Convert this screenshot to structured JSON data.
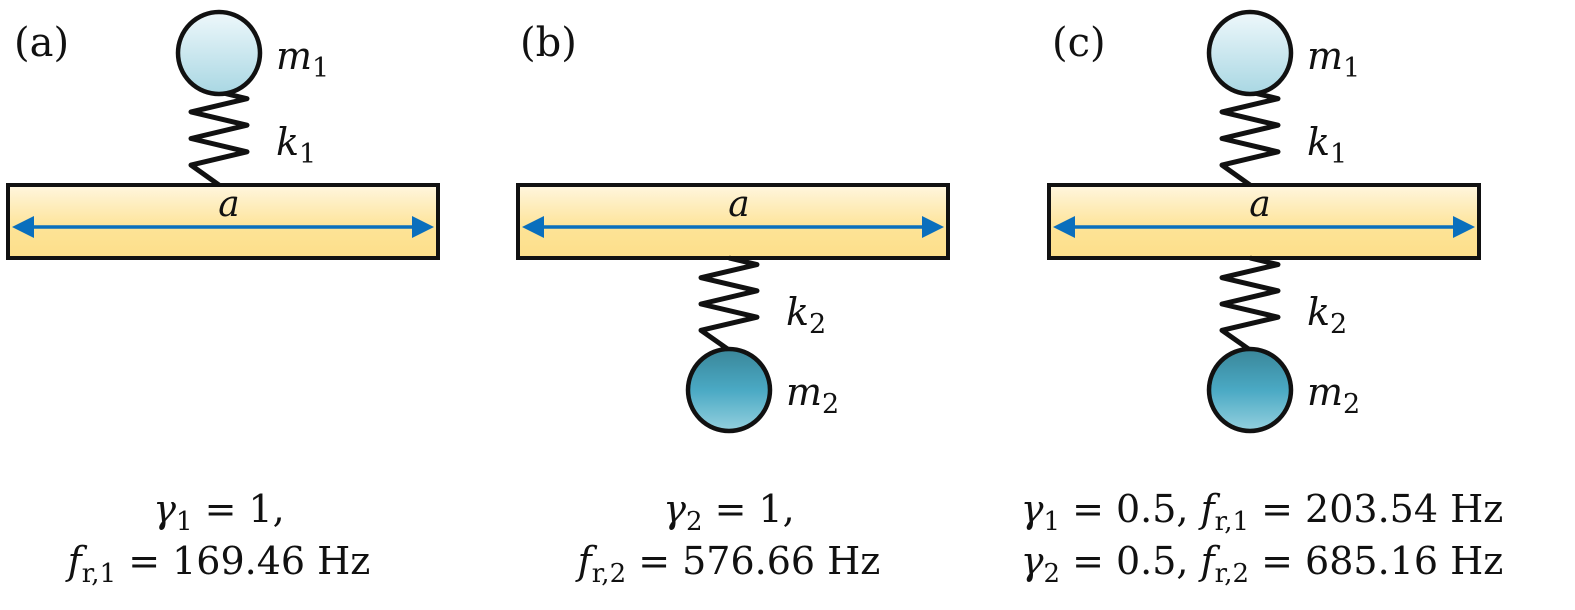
{
  "figure": {
    "panels": [
      {
        "id": "a",
        "label": "(a)",
        "bar_label": "a",
        "top": {
          "mass": "m",
          "mass_sub": "1",
          "spring": "k",
          "spring_sub": "1"
        },
        "bottom": null,
        "caption": [
          {
            "parts": [
              {
                "t": "γ",
                "i": true
              },
              {
                "t": "1",
                "sub": true
              },
              {
                "t": " = 1,"
              }
            ]
          },
          {
            "parts": [
              {
                "t": "f",
                "i": true
              },
              {
                "t": "r,1",
                "sub": true
              },
              {
                "t": " = 169.46 Hz"
              }
            ]
          }
        ]
      },
      {
        "id": "b",
        "label": "(b)",
        "bar_label": "a",
        "top": null,
        "bottom": {
          "mass": "m",
          "mass_sub": "2",
          "spring": "k",
          "spring_sub": "2"
        },
        "caption": [
          {
            "parts": [
              {
                "t": "γ",
                "i": true
              },
              {
                "t": "2",
                "sub": true
              },
              {
                "t": " = 1,"
              }
            ]
          },
          {
            "parts": [
              {
                "t": "f",
                "i": true
              },
              {
                "t": "r,2",
                "sub": true
              },
              {
                "t": " = 576.66 Hz"
              }
            ]
          }
        ]
      },
      {
        "id": "c",
        "label": "(c)",
        "bar_label": "a",
        "top": {
          "mass": "m",
          "mass_sub": "1",
          "spring": "k",
          "spring_sub": "1"
        },
        "bottom": {
          "mass": "m",
          "mass_sub": "2",
          "spring": "k",
          "spring_sub": "2"
        },
        "caption": [
          {
            "parts": [
              {
                "t": "γ",
                "i": true
              },
              {
                "t": "1",
                "sub": true
              },
              {
                "t": " = 0.5,  "
              },
              {
                "t": "f",
                "i": true
              },
              {
                "t": "r,1",
                "sub": true
              },
              {
                "t": " = 203.54 Hz"
              }
            ]
          },
          {
            "parts": [
              {
                "t": "γ",
                "i": true
              },
              {
                "t": "2",
                "sub": true
              },
              {
                "t": " = 0.5,  "
              },
              {
                "t": "f",
                "i": true
              },
              {
                "t": "r,2",
                "sub": true
              },
              {
                "t": " = 685.16 Hz"
              }
            ]
          }
        ]
      }
    ],
    "colors": {
      "bar_top": "#fff6df",
      "bar_bottom": "#fddf8a",
      "arrow": "#0a6fbd",
      "mass1_top": "#eef8fb",
      "mass1_bottom": "#a9d7e3",
      "mass2_top": "#3a8699",
      "mass2_mid": "#4aa9c4",
      "mass2_bottom": "#94d0de",
      "stroke": "#111111"
    }
  }
}
